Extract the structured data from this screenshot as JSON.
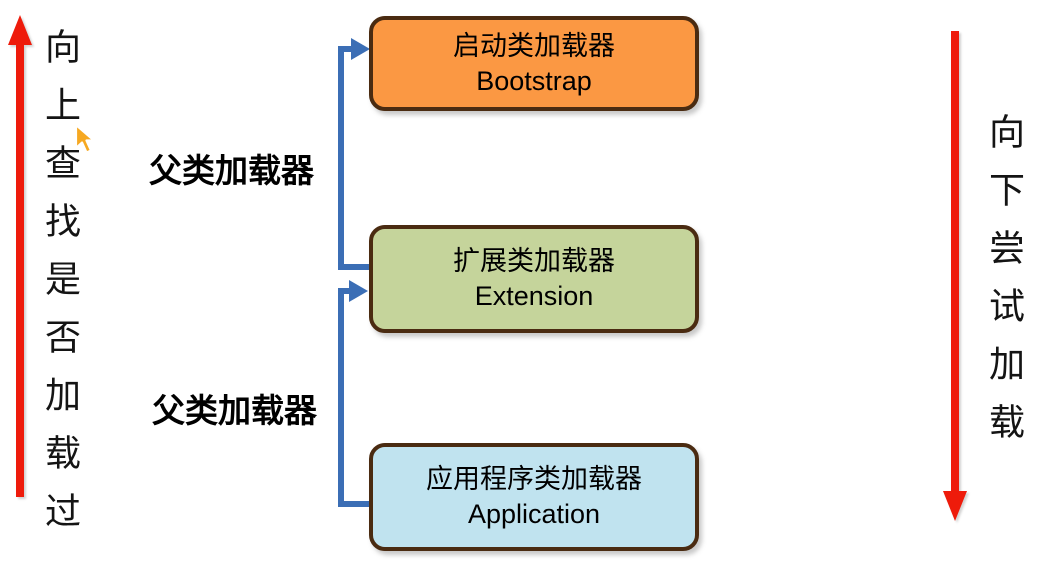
{
  "diagram": {
    "type": "class-loader-hierarchy",
    "background": "#ffffff"
  },
  "sides": {
    "left": {
      "text": "向上查找是否加载过",
      "arrow_direction": "up",
      "arrow_color": "#ee1b0b"
    },
    "right": {
      "text": "向下尝试加载",
      "arrow_direction": "down",
      "arrow_color": "#ee1b0b"
    }
  },
  "labels": {
    "parent_1": "父类加载器",
    "parent_2": "父类加载器"
  },
  "boxes": [
    {
      "name": "bootstrap",
      "line1": "启动类加载器",
      "line2": "Bootstrap",
      "fill": "#fb9843",
      "border": "#4a2b11"
    },
    {
      "name": "extension",
      "line1": "扩展类加载器",
      "line2": "Extension",
      "fill": "#c5d49b",
      "border": "#4a2b11"
    },
    {
      "name": "application",
      "line1": "应用程序类加载器",
      "line2": "Application",
      "fill": "#c0e3ef",
      "border": "#4a2b11"
    }
  ],
  "connectors": {
    "color": "#3b6eb5",
    "application_to_extension": "arrow points into Extension",
    "extension_to_bootstrap": "arrow points into Bootstrap"
  },
  "cursor": {
    "icon": "mouse-pointer",
    "color": "#f6a821"
  }
}
